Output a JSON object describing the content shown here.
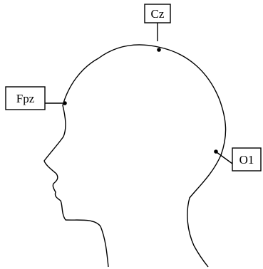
{
  "diagram": {
    "electrodes": [
      {
        "id": "cz",
        "label": "Cz"
      },
      {
        "id": "fpz",
        "label": "Fpz"
      },
      {
        "id": "o1",
        "label": "O1"
      }
    ]
  },
  "colors": {
    "stroke": "#000000",
    "background": "#ffffff"
  }
}
